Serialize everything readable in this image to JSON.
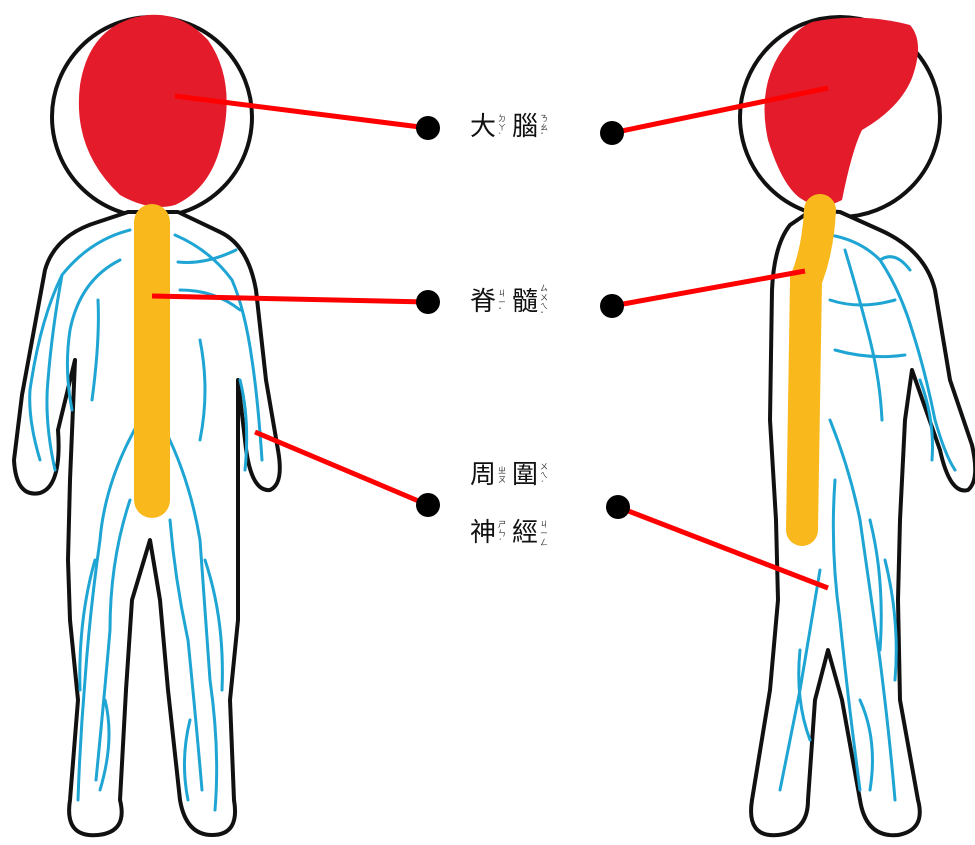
{
  "colors": {
    "brain": "#e41b2b",
    "spinal_cord": "#f9b91d",
    "nerves": "#1ea5d3",
    "pointer": "#ff0000",
    "outline": "#111111",
    "dot": "#000000"
  },
  "labels": [
    {
      "id": "brain",
      "chars": [
        {
          "hanzi": "大",
          "zhuyin": "ㄉㄚˋ"
        },
        {
          "hanzi": "腦",
          "zhuyin": "ㄋㄠˇ"
        }
      ]
    },
    {
      "id": "spinal-cord",
      "chars": [
        {
          "hanzi": "脊",
          "zhuyin": "ㄐㄧˇ"
        },
        {
          "hanzi": "髓",
          "zhuyin": "ㄙㄨㄟˇ"
        }
      ]
    },
    {
      "id": "peripheral-nerves",
      "chars": [
        {
          "hanzi": "周",
          "zhuyin": "ㄓㄡ"
        },
        {
          "hanzi": "圍",
          "zhuyin": "ㄨㄟˊ"
        },
        {
          "hanzi": "神",
          "zhuyin": "ㄕㄣˊ"
        },
        {
          "hanzi": "經",
          "zhuyin": "ㄐㄧㄥ"
        }
      ]
    }
  ]
}
